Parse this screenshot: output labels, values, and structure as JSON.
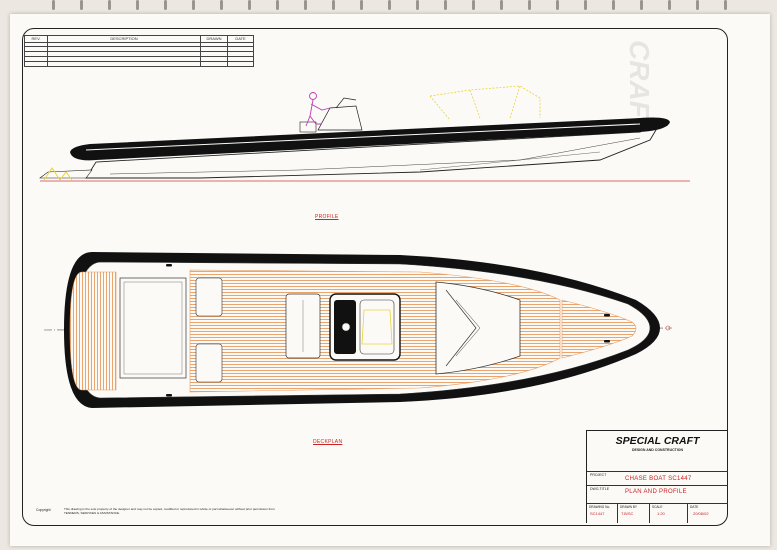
{
  "revision_table": {
    "headers": [
      "REV.",
      "DESCRIPTION",
      "DRAWN",
      "DATE"
    ]
  },
  "views": {
    "profile_label": "PROFILE",
    "deckplan_label": "DECKPLAN"
  },
  "title_block": {
    "company": "SPECIAL CRAFT",
    "subtitle": "DESIGN AND CONSTRUCTION",
    "project_label": "PROJECT",
    "project_value": "CHASE BOAT  SC1447",
    "dwg_title_label": "DWG.TITLE",
    "dwg_title_value": "PLAN  AND  PROFILE",
    "drawing_no_label": "DRAWING No.",
    "drawing_no_value": "SC1447",
    "drawn_by_label": "DRAWN BY",
    "drawn_by_value": "T.B/SC",
    "scale_label": "SCALE",
    "scale_value": "1:20",
    "date_label": "DATE",
    "date_value": "20/08/02"
  },
  "copyright": {
    "label": "Copyright",
    "note": "This drawing is the sole property of the designer and may not be copied, modified or reproduced in whole or part whatsoever without prior permission from TENDERS, SERVICES & ASSISTANCE."
  },
  "colors": {
    "hull_black": "#111111",
    "teak_orange": "#e99a5e",
    "centerline_red": "#d23a3a",
    "figure_magenta": "#c23bb5",
    "canopy_yellow": "#e8d43a"
  }
}
